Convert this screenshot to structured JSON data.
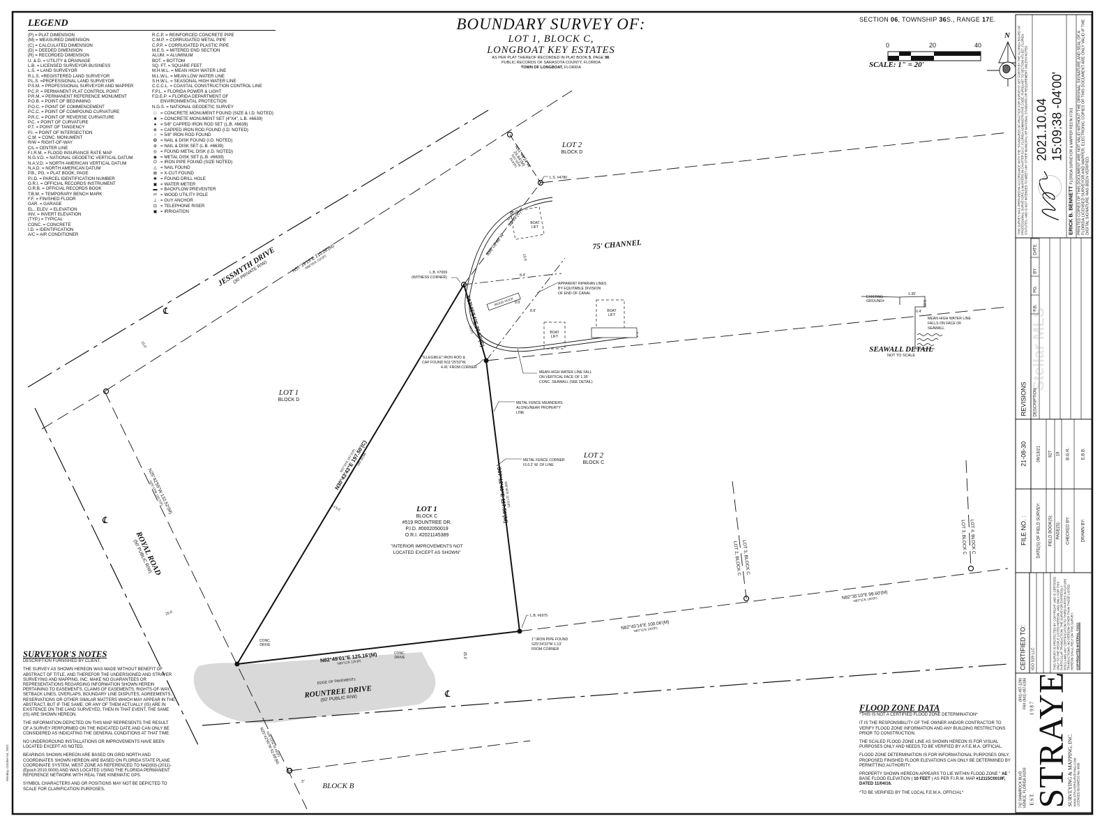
{
  "title": {
    "main": "BOUNDARY SURVEY OF:",
    "line1": "LOT 1, BLOCK C,",
    "line2": "LONGBOAT KEY ESTATES",
    "plat_a": "AS PER PLAT THEREOF RECORDED IN PLAT BOOK ",
    "plat_book": "5",
    "plat_b": ", PAGE ",
    "plat_page": "98",
    "plat_c": ".",
    "records": "PUBLIC RECORDS OF SARASOTA COUNTY, FLORIDA",
    "town": "TOWN OF LONGBOAT,",
    "state": " FLORIDA"
  },
  "section": {
    "a": "SECTION ",
    "sec": "06",
    "b": ", TOWNSHIP ",
    "twp": "36",
    "c": "S., RANGE ",
    "rng": "17",
    "d": "E."
  },
  "scale": {
    "ticks": [
      "0",
      "20",
      "40"
    ],
    "caption": "SCALE: 1\" = 20'"
  },
  "north_arrow": {
    "label": "N"
  },
  "legend": {
    "heading": "LEGEND",
    "left": [
      "(P) = PLAT DIMENSION",
      "(M) = MEASURED DIMENSION",
      "(C) = CALCULATED DIMENSION",
      "(D) = DEEDED DIMENSION",
      "(R) = RECORDED DIMENSION",
      "U. & D. = UTILITY & DRAINAGE",
      "L.B. = LICENSED SURVEYOR BUSINESS",
      "L.S. = LAND SURVEYOR",
      "R.L.S. =REGISTERED LAND SURVEYOR",
      "P.L.S. =PROFESSIONAL LAND SURVEYOR",
      "P.S.M. = PROFESSIONAL SURVEYOR AND MAPPER",
      "P.C.P. = PERMANENT PLAT CONTROL POINT",
      "P.R.M. = PERMANENT REFERENCE MONUMENT",
      "P.O.B. = POINT OF BEGINNING",
      "P.O.C. = POINT OF COMMENCEMENT",
      "P.C.C. = POINT OF COMPOUND CURVATURE",
      "P.R.C. = POINT OF REVERSE CURVATURE",
      "P.C. = POINT OF CURVATURE",
      "P.T. = POINT OF TANGENCY",
      "P.I. = POINT OF INTERSECTION",
      "C.M. = CONC. MONUMENT",
      "R/W = RIGHT-OF-WAY",
      "C/L = CENTER LINE",
      "F.I.R.M. = FLOOD INSURANCE RATE MAP",
      "N.G.V.D. = NATIONAL GEODETIC VERTICAL DATUM",
      "N.A.V.D. = NORTH AMERICAN VERTICAL DATUM",
      "N.A.D. = NORTH AMERICAN DATUM",
      "P.B., PG. = PLAT BOOK, PAGE",
      "P.I.D. = PARCEL IDENTIFICATION NUMBER",
      "O.R.I. = OFFICIAL RECORDS INSTRUMENT",
      "O.R.B. = OFFICIAL RECORDS BOOK",
      "T.B.M. = TEMPORARY BENCH MARK",
      "F.F. = FINISHED FLOOR",
      "GAR. = GARAGE",
      "EL., ELEV. = ELEVATION",
      "INV. = INVERT ELEVATION",
      "(TYP.) = TYPICAL",
      "CONC. = CONCRETE",
      "I.D. = IDENTIFICATION",
      "A/C = AIR CONDITIONER"
    ],
    "right": [
      "R.C.P. = REINFORCED CONCRETE PIPE",
      "C.M.P. = CORRUGATED METAL PIPE",
      "C.P.P. = CORRUGATED PLASTIC PIPE",
      "M.E.S. = MITERED END SECTION",
      "ALUM. = ALUMINUM",
      "BOT. = BOTTOM",
      "SQ. FT. = SQUARE FEET",
      "M.H.W.L. = MEAN HIGH WATER LINE",
      "M.L.W.L. = MEAN LOW WATER LINE",
      "S.H.W.L. = SEASONAL HIGH WATER LINE",
      "C.C.C.L. = COASTAL CONSTRUCTION CONTROL LINE",
      "F.P.L. = FLORIDA POWER & LIGHT",
      "F.D.E.P. = FLORIDA DEPARTMENT OF",
      "ENVIRONMENTAL PROTECTION",
      "N.G.S. = NATIONAL GEODETIC SURVEY"
    ],
    "symbols": [
      {
        "icon": "□",
        "text": "= CONCRETE MONUMENT FOUND (SIZE & I.D. NOTED)"
      },
      {
        "icon": "■",
        "text": "= CONCRETE MONUMENT SET (4\"X4\", L.B. #6639)"
      },
      {
        "icon": "●",
        "text": "= 5/8\" CAPPED IRON ROD SET (L.B. #6639)"
      },
      {
        "icon": "⊗",
        "text": "= CAPPED IRON ROD FOUND (I.D. NOTED)"
      },
      {
        "icon": "○",
        "text": "= 5/8\" IRON ROD FOUND"
      },
      {
        "icon": "✪",
        "text": "= NAIL & DISK FOUND (I.D. NOTED)"
      },
      {
        "icon": "⊛",
        "text": "= NAIL & DISK SET (L.B. #6639)"
      },
      {
        "icon": "◎",
        "text": "= FOUND METAL DISK (I.D. NOTED)"
      },
      {
        "icon": "◉",
        "text": "= METAL DISK SET (L.B. #6639)"
      },
      {
        "icon": "⭘",
        "text": "= IRON PIPE FOUND (SIZE NOTED)"
      },
      {
        "icon": "△",
        "text": "= NAIL FOUND"
      },
      {
        "icon": "⊠",
        "text": "= X-CUT FOUND"
      },
      {
        "icon": "✺",
        "text": "= FOUND DRILL HOLE"
      },
      {
        "icon": "▣",
        "text": "= WATER METER"
      },
      {
        "icon": "▬",
        "text": "= BACKFLOW PREVENTER"
      },
      {
        "icon": "ᵖᵖ",
        "text": "= WOOD UTILITY POLE"
      },
      {
        "icon": "⊥",
        "text": "= GUY ANCHOR"
      },
      {
        "icon": "⊡",
        "text": "= TELEPHONE RISER"
      },
      {
        "icon": "▣",
        "text": "= IRRIGATION"
      }
    ]
  },
  "drawing": {
    "lot1_block_d": {
      "lot": "LOT 1",
      "block": "BLOCK D"
    },
    "lot2_block_d": {
      "lot": "LOT 2",
      "block": "BLOCK D"
    },
    "lot2_block_c": {
      "lot": "LOT 2",
      "block": "BLOCK C"
    },
    "lot1_block_c": {
      "lot": "LOT 1",
      "block": "BLOCK C",
      "address": "#519 ROUNTREE DR.",
      "pid": "P.I.D. #0002050019",
      "ori": "O.R.I. #2021145389",
      "note1": "\"INTERIOR IMPROVEMENTS NOT",
      "note2": "LOCATED EXCEPT AS SHOWN\""
    },
    "block_b": "BLOCK B",
    "channel": "75' CHANNEL",
    "jessmyth": {
      "name": "JESSMYTH DRIVE",
      "row": "(30' PRIVATE R/W)",
      "bearing_m": "N57°39'19\"E 210.06'(M)",
      "bearing_p": "N58°05'E 210'(P)",
      "offset": "15.0'"
    },
    "royal": {
      "name": "ROYAL ROAD",
      "row": "(50' PUBLIC R/W)",
      "bearing_m": "N25°42'55\"W 132.52'(M)",
      "bearing_p": "N25°13'W 132.5'(P)",
      "offset": "25.0'"
    },
    "rountree": {
      "name": "ROUNTREE DRIVE",
      "row": "(50' PUBLIC R/W)",
      "offset": "25.0'",
      "edge": "EDGE OF PAVEMENT±",
      "drive": "CONC.",
      "drive2": "DRIVE"
    },
    "west_line": {
      "bearing_c": "N30°43'43\"E 197.50'(C)",
      "bearing_p": "N31°24'E 197.5'(P)",
      "meas": "193.39'(M)",
      "offset": "0.1'S.E."
    },
    "north_line": {
      "bearing_c": "S12°46'54\"E 38.50'(C)",
      "plat": "40'(P)"
    },
    "east_line": {
      "bearing_m": "S07°12'40\"E 117.50'(M)",
      "bearing_p": "S06°46'E 117.5'(P)"
    },
    "south_line": {
      "bearing_m": "N82°49'01\"E 125.16'(M)",
      "bearing_p": "N83°11'E 125'(P)"
    },
    "lot2_south": {
      "bearing_m": "N82°45'14\"E 100.06'(M)",
      "bearing_p": "N83°11'E 100'(P)"
    },
    "lot3_south": {
      "bearing_m": "N82°35'10\"E 99.60'(M)",
      "bearing_p": "N83°11'E 100'(P)"
    },
    "lot_lines": {
      "a1": "LOT 3, BLOCK C",
      "a2": "LOT 2, BLOCK C",
      "b1": "LOT 4, BLOCK C",
      "b2": "LOT 3, BLOCK C"
    },
    "lot2d_line": {
      "bearing_m": "N31°49'24\"W",
      "dist_m": "24.84'(M)",
      "bearing_p": "N31°55'W",
      "dist_p": "24.8'(P)"
    },
    "canal_line": {
      "bearing": "S38°09'46\"W",
      "dist_c": "52.03'(C)",
      "dist_p": "52.2'(P)"
    },
    "ls4780": "L.S. #4780",
    "lb7009": {
      "a": "L.B. #7009",
      "b": "(WITNESS CORNER)"
    },
    "lb6975": "L.B. #6975",
    "iron_rod": {
      "a": "\"ILLEGIBLE\" IRON ROD &",
      "b": "CAP FOUND N11°25'53\"W,",
      "c": "4.41' FROM CORNER"
    },
    "iron_pipe": {
      "a": "1\" IRON PIPE FOUND",
      "b": "S25°34'33\"W 1.13'",
      "c": "FROM CORNER"
    },
    "riparian": {
      "a": "APPARENT RIPARIAN LINES",
      "b": "BY EQUITABLE DIVISION",
      "c": "OF END OF CANAL"
    },
    "mhwl": {
      "a": "MEAN HIGH WATER LINE FALL",
      "b": "ON VERTICAL FACE OF 1.35'",
      "c": "CONC. SEAWALL (SEE DETAIL)"
    },
    "fence": {
      "a": "METAL FENCE MEANDERS",
      "b": "ALONG/NEAR PROPERTY",
      "c": "LINE"
    },
    "fence_corner": {
      "a": "METAL FENCE CORNER",
      "b": "IS 0.2' W. OF LINE"
    },
    "boat_lift": "BOAT",
    "boat_lift2": "LIFT",
    "wood_dock": "WOOD DOCK",
    "dims": {
      "d1": "13.5'",
      "d2": "8.4'",
      "d3": "8.0'",
      "d4": "8.9'"
    },
    "sw_corner": {
      "bearing_m": "N25°42'55\"W 52.69'(M)",
      "bearing_p": "N25°13'W 52.69'(P)",
      "offset": "3\""
    },
    "centerline": "℄"
  },
  "seawall": {
    "existing": "EXISTING",
    "ground": "GROUND±",
    "w": "1.35'",
    "h": "0.65'",
    "step": "0.4'",
    "mhwl_a": "MEAN HIGH WATER LINE",
    "mhwl_b": "FALLS ON FACE OF",
    "mhwl_c": "SEAWALL",
    "title": "SEAWALL DETAIL",
    "sub": "NOT TO SCALE"
  },
  "surveyor_notes": {
    "heading": "SURVEYOR'S NOTES",
    "paragraphs": [
      "DESCRIPTION FURNISHED BY CLIENT.",
      "THE SURVEY AS SHOWN HEREON WAS MADE WITHOUT BENEFIT OF ABSTRACT OF TITLE, AND THEREFOR THE UNDERSIGNED AND STRAYER SURVEYING AND MAPPING, INC. MAKE NO GUARANTEES OR REPRESENTATIONS REGARDING INFORMATION SHOWN HEREIN PERTAINING TO EASEMENTS, CLAIMS OF EASEMENTS, RIGHTS-OF-WAY, SETBACK LINES, OVERLAPS, BOUNDARY LINE DISPUTES, AGREEMENTS, RESERVATIONS OR OTHER SIMILAR MATTERS WHICH MAY APPEAR IN THE ABSTRACT, BUT IF THE SAME, OR ANY OF THEM ACTUALLY (IS) ARE IN EXISTENCE ON THE LAND SURVEYED, THEN IN THAT EVENT, THE SAME (IS) ARE SHOWN HEREON.",
      "THE INFORMATION DEPICTED ON THIS MAP REPRESENTS THE RESULT OF A SURVEY PERFORMED ON THE INDICATED DATE AND CAN ONLY BE CONSIDERED AS INDICATING THE GENERAL CONDITIONS AT THAT TIME.",
      "NO UNDERGROUND INSTALLATIONS OR IMPROVEMENTS HAVE BEEN LOCATED EXCEPT AS NOTED.",
      "BEARINGS SHOWN HEREON ARE BASED ON GRID NORTH AND COORDINATES SHOWN HEREON ARE BASED ON FLORIDA STATE PLANE COORDINATE SYSTEM, WEST ZONE AS REFERENCED TO NAD(83)-(2011)-(Epoch 2010.0000) AND WAS LOCATED USING THE FLORIDA PERMANENT REFERENCE NETWORK WITH REAL TIME KINEMATIC GPS.",
      "SYMBOL CHARACTERS AND OR POSITIONS MAY NOT BE DEPICTED TO SCALE FOR CLARIFICATION PURPOSES."
    ]
  },
  "flood_zone": {
    "heading": "FLOOD ZONE DATA",
    "p1": "*THIS IS NOT A CERTIFIED FLOOD ZONE DETERMINATION*",
    "p2": "IT IS THE RESPONSIBILITY OF THE OWNER AND/OR CONTRACTOR TO VERIFY FLOOD ZONE INFORMATION AND ANY BUILDING RESTRICTIONS PRIOR TO CONSTRUCTION.",
    "p3": "THE SCALED FLOOD ZONE LINE AS SHOWN HEREON IS FOR VISUAL PURPOSES ONLY AND NEEDS TO BE VERIFIED BY A F.E.M.A. OFFICIAL.",
    "p4": "FLOOD ZONE DETERMINATION IS FOR INFORMATIONAL PURPOSES ONLY. PROPOSED FINISHED FLOOR ELEVATIONS CAN ONLY BE DETERMINED BY PERMITTING AUTHORITY.",
    "p5a": "PROPERTY SHOWN HEREON APPEARS TO LIE WITHIN FLOOD ZONE \" ",
    "zone": "AE",
    "p5b": " \" BASE FLOOD ELEVATION ( ",
    "bfe": "10 FEET",
    "p5c": " ) AS PER F.I.R.M. MAP ",
    "map": "#12115C0019F, DATED 11/04/16.",
    "p6": "*TO BE VERIFIED BY THE LOCAL F.E.M.A. OFFICIAL*"
  },
  "title_block": {
    "company": {
      "address1": "742 SHAMROCK BLVD.",
      "address2": "VENICE, FLORIDA 34293",
      "phone": "(941) 497-1290",
      "fax": "FAX (941) 497-6186",
      "est": "E S T.",
      "year": "1 9 8 7",
      "name": "STRAYER",
      "subtitle": "SURVEYING & MAPPING, INC.",
      "web": "WWW.STRAYERSURVEYING.COM",
      "license": "LICENSED BUSINESS No. 6639"
    },
    "certified": {
      "heading": "CERTIFIED TO:",
      "party": "IGO 519 LLC",
      "notice": "THIS SURVEY IS PROTECTED BY COPYRIGHT AND IS CERTIFIED ONLY TO THE PEOPLE LISTED HEREON, AND ONLY FOR THIS PARTICULAR TRANSACTION. THE SURVEYOR EXPRESSLY DISCLAIMS ANY CERTIFICATION TO THIRD PARTIES IN FUTURE TRANSACTIONS. NO PERSON OTHER THAN THOSE LISTED HEREON SHALL RELY ON THIS SURVEY.",
      "copyright": "COPYRIGHTED MATERIAL ©2021"
    },
    "fields": [
      {
        "label": "FILE NO. :",
        "value": "21-08-30"
      },
      {
        "label": "DATE(S) OF FIELD SURVEY:",
        "value": "09/13/21"
      },
      {
        "label": "FIELD BOOK(S):",
        "value": "927"
      },
      {
        "label": "PAGE(S):",
        "value": "19"
      },
      {
        "label": "CHECKED BY:",
        "value": "B.G.R."
      },
      {
        "label": "DRAWN BY:",
        "value": "E.B.B."
      }
    ],
    "revisions": {
      "heading": "REVISIONS",
      "cols": [
        "DESCRIPTION",
        "F.B.",
        "PG.",
        "BY",
        "DATE"
      ]
    },
    "signature": {
      "statement": "THIS SURVEY WAS PREPARED IN ACCORDANCE WITH THE \"STANDARDS OF PRACTICE FOR SURVEYS\" SET FORTH BY THE FLORIDA BOARD OF PROFESSIONAL SURVEYORS & MAPPERS IN CHAPTER 5J-17, FLORIDA ADMINISTRATIVE CODE, PURSUANT TO SECTION 472.027, FLORIDA STATUTES, AND IS NOT INTENDED TO MEET ANY OTHER MUNICIPAL OR NATIONAL STANDARD OR REQUIREMENT UNLESS NOTED.",
      "date": "2021.10.04",
      "time": "15:09:38 -04'00'",
      "surveyor": "ERICK B. BENNETT",
      "reg": "FLORIDA SURVEYOR & MAPPER REG'N #7301",
      "printed": "PRINTED COPIES OF THIS DOCUMENT ARE NOT VALID WITHOUT THE ORIGINAL SIGNATURE AND SEAL OF A FLORIDA LICENSED SURVEYOR AND MAPPER. ELECTRONIC COPIES OF THIS DOCUMENT ARE ONLY VALID IF THE DIGITAL SIGNATURE HAS BEEN VERIFIED."
    },
    "watermark": "Stellar MLS"
  },
  "plot_stamp": "Monday, October 04, 2021"
}
